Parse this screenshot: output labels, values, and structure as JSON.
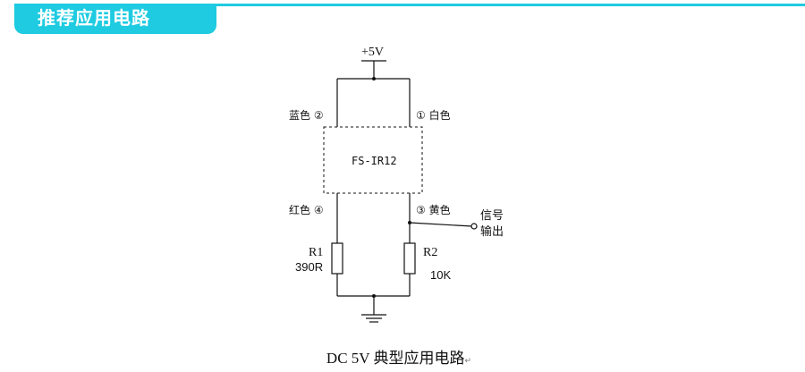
{
  "header": {
    "title": "推荐应用电路",
    "accent_color": "#1ecbe1"
  },
  "diagram": {
    "supply_label": "+5V",
    "module_label": "FS-IR12",
    "pins": {
      "blue": "蓝色 ②",
      "white": "① 白色",
      "red": "红色 ④",
      "yellow": "③ 黄色"
    },
    "output_label_line1": "信号",
    "output_label_line2": "输出",
    "r1_name": "R1",
    "r1_value": "390R",
    "r2_name": "R2",
    "r2_value": "10K",
    "ground_symbol": "ground-icon"
  },
  "caption": {
    "text": "DC 5V 典型应用电路",
    "paragraph_mark": "↵"
  }
}
